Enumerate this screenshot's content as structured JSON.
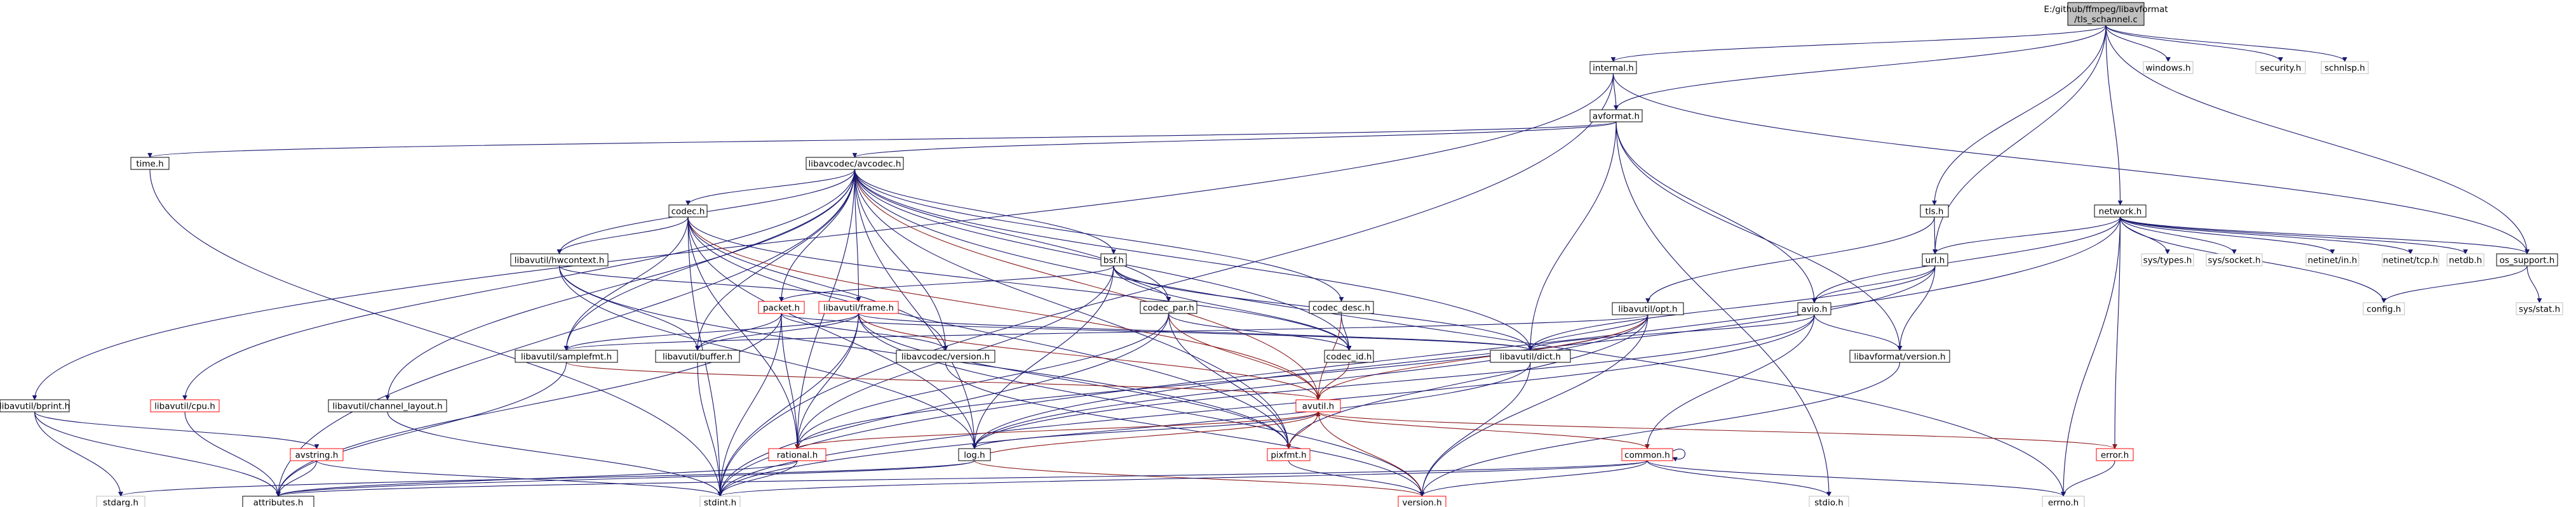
{
  "diagram": {
    "colors": {
      "edge": "#191970",
      "edge_red": "#8b1a1a",
      "node_border": "#000000",
      "node_border_red": "#ff0000",
      "node_border_gray": "#bfbfbf",
      "node_fill_root": "#bfbfbf",
      "node_fill": "#ffffff",
      "text": "#000000"
    },
    "nodes": [
      {
        "id": "root",
        "label": "E:/github/ffmpeg/libavformat\n/tls_schannel.c",
        "style": "root"
      },
      {
        "id": "windows_h",
        "label": "windows.h",
        "style": "gray"
      },
      {
        "id": "security_h",
        "label": "security.h",
        "style": "gray"
      },
      {
        "id": "schnlsp_h",
        "label": "schnlsp.h",
        "style": "gray"
      },
      {
        "id": "internal_h",
        "label": "internal.h",
        "style": "black"
      },
      {
        "id": "avformat_h",
        "label": "avformat.h",
        "style": "black"
      },
      {
        "id": "time_h",
        "label": "time.h",
        "style": "black"
      },
      {
        "id": "avcodec_h",
        "label": "libavcodec/avcodec.h",
        "style": "black"
      },
      {
        "id": "tls_h",
        "label": "tls.h",
        "style": "black"
      },
      {
        "id": "url_h",
        "label": "url.h",
        "style": "black"
      },
      {
        "id": "network_h",
        "label": "network.h",
        "style": "black"
      },
      {
        "id": "sys_types_h",
        "label": "sys/types.h",
        "style": "gray"
      },
      {
        "id": "sys_socket_h",
        "label": "sys/socket.h",
        "style": "gray"
      },
      {
        "id": "netinet_in_h",
        "label": "netinet/in.h",
        "style": "gray"
      },
      {
        "id": "netinet_tcp_h",
        "label": "netinet/tcp.h",
        "style": "gray"
      },
      {
        "id": "netdb_h",
        "label": "netdb.h",
        "style": "gray"
      },
      {
        "id": "os_support_h",
        "label": "os_support.h",
        "style": "black"
      },
      {
        "id": "config_h",
        "label": "config.h",
        "style": "gray"
      },
      {
        "id": "sys_stat_h",
        "label": "sys/stat.h",
        "style": "gray"
      },
      {
        "id": "codec_h",
        "label": "codec.h",
        "style": "black"
      },
      {
        "id": "hwcontext_h",
        "label": "libavutil/hwcontext.h",
        "style": "black"
      },
      {
        "id": "bsf_h",
        "label": "bsf.h",
        "style": "black"
      },
      {
        "id": "packet_h",
        "label": "packet.h",
        "style": "red"
      },
      {
        "id": "frame_h",
        "label": "libavutil/frame.h",
        "style": "red"
      },
      {
        "id": "codec_par_h",
        "label": "codec_par.h",
        "style": "black"
      },
      {
        "id": "codec_desc_h",
        "label": "codec_desc.h",
        "style": "black"
      },
      {
        "id": "codec_id_h",
        "label": "codec_id.h",
        "style": "black"
      },
      {
        "id": "lavc_version_h",
        "label": "libavcodec/version.h",
        "style": "black"
      },
      {
        "id": "samplefmt_h",
        "label": "libavutil/samplefmt.h",
        "style": "black"
      },
      {
        "id": "buffer_h",
        "label": "libavutil/buffer.h",
        "style": "black"
      },
      {
        "id": "dict_h",
        "label": "libavutil/dict.h",
        "style": "black"
      },
      {
        "id": "opt_h",
        "label": "libavutil/opt.h",
        "style": "black"
      },
      {
        "id": "avio_h",
        "label": "avio.h",
        "style": "black"
      },
      {
        "id": "lavf_version_h",
        "label": "libavformat/version.h",
        "style": "black"
      },
      {
        "id": "bprint_h",
        "label": "libavutil/bprint.h",
        "style": "black"
      },
      {
        "id": "cpu_h",
        "label": "libavutil/cpu.h",
        "style": "red"
      },
      {
        "id": "channel_layout_h",
        "label": "libavutil/channel_layout.h",
        "style": "black"
      },
      {
        "id": "avutil_h",
        "label": "avutil.h",
        "style": "red"
      },
      {
        "id": "avstring_h",
        "label": "avstring.h",
        "style": "red"
      },
      {
        "id": "rational_h",
        "label": "rational.h",
        "style": "red"
      },
      {
        "id": "log_h",
        "label": "log.h",
        "style": "black"
      },
      {
        "id": "pixfmt_h",
        "label": "pixfmt.h",
        "style": "red"
      },
      {
        "id": "common_h",
        "label": "common.h",
        "style": "red"
      },
      {
        "id": "error_h",
        "label": "error.h",
        "style": "red"
      },
      {
        "id": "stdarg_h",
        "label": "stdarg.h",
        "style": "gray"
      },
      {
        "id": "attributes_h",
        "label": "attributes.h",
        "style": "black"
      },
      {
        "id": "stdint_h",
        "label": "stdint.h",
        "style": "gray"
      },
      {
        "id": "version_h",
        "label": "version.h",
        "style": "red"
      },
      {
        "id": "stdio_h",
        "label": "stdio.h",
        "style": "gray"
      },
      {
        "id": "errno_h",
        "label": "errno.h",
        "style": "gray"
      }
    ],
    "edges": [
      [
        "root",
        "windows_h"
      ],
      [
        "root",
        "security_h"
      ],
      [
        "root",
        "schnlsp_h"
      ],
      [
        "root",
        "internal_h"
      ],
      [
        "root",
        "avformat_h"
      ],
      [
        "root",
        "tls_h"
      ],
      [
        "root",
        "url_h"
      ],
      [
        "root",
        "network_h"
      ],
      [
        "root",
        "os_support_h"
      ],
      [
        "internal_h",
        "avformat_h"
      ],
      [
        "internal_h",
        "bprint_h"
      ],
      [
        "internal_h",
        "stdint_h"
      ],
      [
        "internal_h",
        "os_support_h"
      ],
      [
        "avformat_h",
        "time_h"
      ],
      [
        "avformat_h",
        "avcodec_h"
      ],
      [
        "avformat_h",
        "dict_h"
      ],
      [
        "avformat_h",
        "avio_h"
      ],
      [
        "avformat_h",
        "lavf_version_h"
      ],
      [
        "avformat_h",
        "stdio_h"
      ],
      [
        "time_h",
        "stdint_h"
      ],
      [
        "avcodec_h",
        "errno_h"
      ],
      [
        "avcodec_h",
        "samplefmt_h"
      ],
      [
        "avcodec_h",
        "attributes_h"
      ],
      [
        "avcodec_h",
        "avutil_h"
      ],
      [
        "avcodec_h",
        "buffer_h"
      ],
      [
        "avcodec_h",
        "cpu_h"
      ],
      [
        "avcodec_h",
        "channel_layout_h"
      ],
      [
        "avcodec_h",
        "dict_h"
      ],
      [
        "avcodec_h",
        "frame_h"
      ],
      [
        "avcodec_h",
        "hwcontext_h"
      ],
      [
        "avcodec_h",
        "log_h"
      ],
      [
        "avcodec_h",
        "pixfmt_h"
      ],
      [
        "avcodec_h",
        "rational_h"
      ],
      [
        "avcodec_h",
        "codec_h"
      ],
      [
        "avcodec_h",
        "codec_desc_h"
      ],
      [
        "avcodec_h",
        "codec_id_h"
      ],
      [
        "avcodec_h",
        "packet_h"
      ],
      [
        "avcodec_h",
        "lavc_version_h"
      ],
      [
        "avcodec_h",
        "bsf_h"
      ],
      [
        "avcodec_h",
        "codec_par_h"
      ],
      [
        "tls_h",
        "url_h"
      ],
      [
        "tls_h",
        "opt_h"
      ],
      [
        "url_h",
        "avio_h"
      ],
      [
        "url_h",
        "lavf_version_h"
      ],
      [
        "url_h",
        "dict_h"
      ],
      [
        "url_h",
        "log_h"
      ],
      [
        "network_h",
        "config_h"
      ],
      [
        "network_h",
        "errno_h"
      ],
      [
        "network_h",
        "stdint_h"
      ],
      [
        "network_h",
        "error_h"
      ],
      [
        "network_h",
        "sys_types_h"
      ],
      [
        "network_h",
        "sys_socket_h"
      ],
      [
        "network_h",
        "netinet_in_h"
      ],
      [
        "network_h",
        "netinet_tcp_h"
      ],
      [
        "network_h",
        "netdb_h"
      ],
      [
        "network_h",
        "os_support_h"
      ],
      [
        "network_h",
        "avio_h"
      ],
      [
        "network_h",
        "url_h"
      ],
      [
        "os_support_h",
        "config_h"
      ],
      [
        "os_support_h",
        "sys_stat_h"
      ],
      [
        "codec_h",
        "stdint_h"
      ],
      [
        "codec_h",
        "avutil_h"
      ],
      [
        "codec_h",
        "hwcontext_h"
      ],
      [
        "codec_h",
        "log_h"
      ],
      [
        "codec_h",
        "pixfmt_h"
      ],
      [
        "codec_h",
        "rational_h"
      ],
      [
        "codec_h",
        "samplefmt_h"
      ],
      [
        "codec_h",
        "lavc_version_h"
      ],
      [
        "codec_h",
        "codec_id_h"
      ],
      [
        "hwcontext_h",
        "buffer_h"
      ],
      [
        "hwcontext_h",
        "frame_h"
      ],
      [
        "hwcontext_h",
        "log_h"
      ],
      [
        "hwcontext_h",
        "pixfmt_h"
      ],
      [
        "bsf_h",
        "dict_h"
      ],
      [
        "bsf_h",
        "log_h"
      ],
      [
        "bsf_h",
        "rational_h"
      ],
      [
        "bsf_h",
        "codec_id_h"
      ],
      [
        "bsf_h",
        "codec_par_h"
      ],
      [
        "bsf_h",
        "packet_h"
      ],
      [
        "packet_h",
        "stddef_h"
      ],
      [
        "packet_h",
        "stdint_h"
      ],
      [
        "packet_h",
        "attributes_h"
      ],
      [
        "packet_h",
        "buffer_h"
      ],
      [
        "packet_h",
        "dict_h"
      ],
      [
        "packet_h",
        "rational_h"
      ],
      [
        "packet_h",
        "lavc_version_h"
      ],
      [
        "frame_h",
        "stddef_h"
      ],
      [
        "frame_h",
        "stdint_h"
      ],
      [
        "frame_h",
        "avutil_h"
      ],
      [
        "frame_h",
        "buffer_h"
      ],
      [
        "frame_h",
        "dict_h"
      ],
      [
        "frame_h",
        "rational_h"
      ],
      [
        "frame_h",
        "samplefmt_h"
      ],
      [
        "frame_h",
        "pixfmt_h"
      ],
      [
        "frame_h",
        "version_h"
      ],
      [
        "codec_par_h",
        "stdint_h"
      ],
      [
        "codec_par_h",
        "avutil_h"
      ],
      [
        "codec_par_h",
        "rational_h"
      ],
      [
        "codec_par_h",
        "pixfmt_h"
      ],
      [
        "codec_par_h",
        "codec_id_h"
      ],
      [
        "codec_desc_h",
        "avutil_h"
      ],
      [
        "codec_desc_h",
        "codec_id_h"
      ],
      [
        "codec_id_h",
        "avutil_h"
      ],
      [
        "lavc_version_h",
        "version_h"
      ],
      [
        "samplefmt_h",
        "avutil_h"
      ],
      [
        "samplefmt_h",
        "attributes_h"
      ],
      [
        "buffer_h",
        "stdint_h"
      ],
      [
        "dict_h",
        "stdint_h"
      ],
      [
        "dict_h",
        "version_h"
      ],
      [
        "opt_h",
        "rational_h"
      ],
      [
        "opt_h",
        "avutil_h"
      ],
      [
        "opt_h",
        "dict_h"
      ],
      [
        "opt_h",
        "log_h"
      ],
      [
        "opt_h",
        "pixfmt_h"
      ],
      [
        "opt_h",
        "samplefmt_h"
      ],
      [
        "opt_h",
        "version_h"
      ],
      [
        "avio_h",
        "stdint_h"
      ],
      [
        "avio_h",
        "common_h"
      ],
      [
        "avio_h",
        "dict_h"
      ],
      [
        "avio_h",
        "log_h"
      ],
      [
        "avio_h",
        "lavf_version_h"
      ],
      [
        "lavf_version_h",
        "version_h"
      ],
      [
        "bprint_h",
        "stdarg_h"
      ],
      [
        "bprint_h",
        "attributes_h"
      ],
      [
        "bprint_h",
        "avstring_h"
      ],
      [
        "cpu_h",
        "attributes_h"
      ],
      [
        "channel_layout_h",
        "stdint_h"
      ],
      [
        "avutil_h",
        "common_h"
      ],
      [
        "avutil_h",
        "error_h"
      ],
      [
        "avutil_h",
        "rational_h"
      ],
      [
        "avutil_h",
        "version_h"
      ],
      [
        "avutil_h",
        "macros_h"
      ],
      [
        "avutil_h",
        "mathematics_h"
      ],
      [
        "avutil_h",
        "log_h"
      ],
      [
        "avutil_h",
        "pixfmt_h"
      ],
      [
        "avstring_h",
        "stddef_h"
      ],
      [
        "avstring_h",
        "stdint_h"
      ],
      [
        "avstring_h",
        "attributes_h"
      ],
      [
        "rational_h",
        "stdint_h"
      ],
      [
        "rational_h",
        "limits_h"
      ],
      [
        "rational_h",
        "attributes_h"
      ],
      [
        "log_h",
        "stdarg_h"
      ],
      [
        "log_h",
        "avutil_h"
      ],
      [
        "log_h",
        "attributes_h"
      ],
      [
        "log_h",
        "version_h"
      ],
      [
        "pixfmt_h",
        "version_h"
      ],
      [
        "common_h",
        "errno_h"
      ],
      [
        "common_h",
        "inttypes_h"
      ],
      [
        "common_h",
        "limits_h"
      ],
      [
        "common_h",
        "math_h"
      ],
      [
        "common_h",
        "stdint_h"
      ],
      [
        "common_h",
        "stdio_h"
      ],
      [
        "common_h",
        "stdlib_h"
      ],
      [
        "common_h",
        "string_h"
      ],
      [
        "common_h",
        "attributes_h"
      ],
      [
        "common_h",
        "macros_h"
      ],
      [
        "common_h",
        "version_h"
      ],
      [
        "common_h",
        "common_h"
      ],
      [
        "error_h",
        "errno_h"
      ]
    ]
  }
}
